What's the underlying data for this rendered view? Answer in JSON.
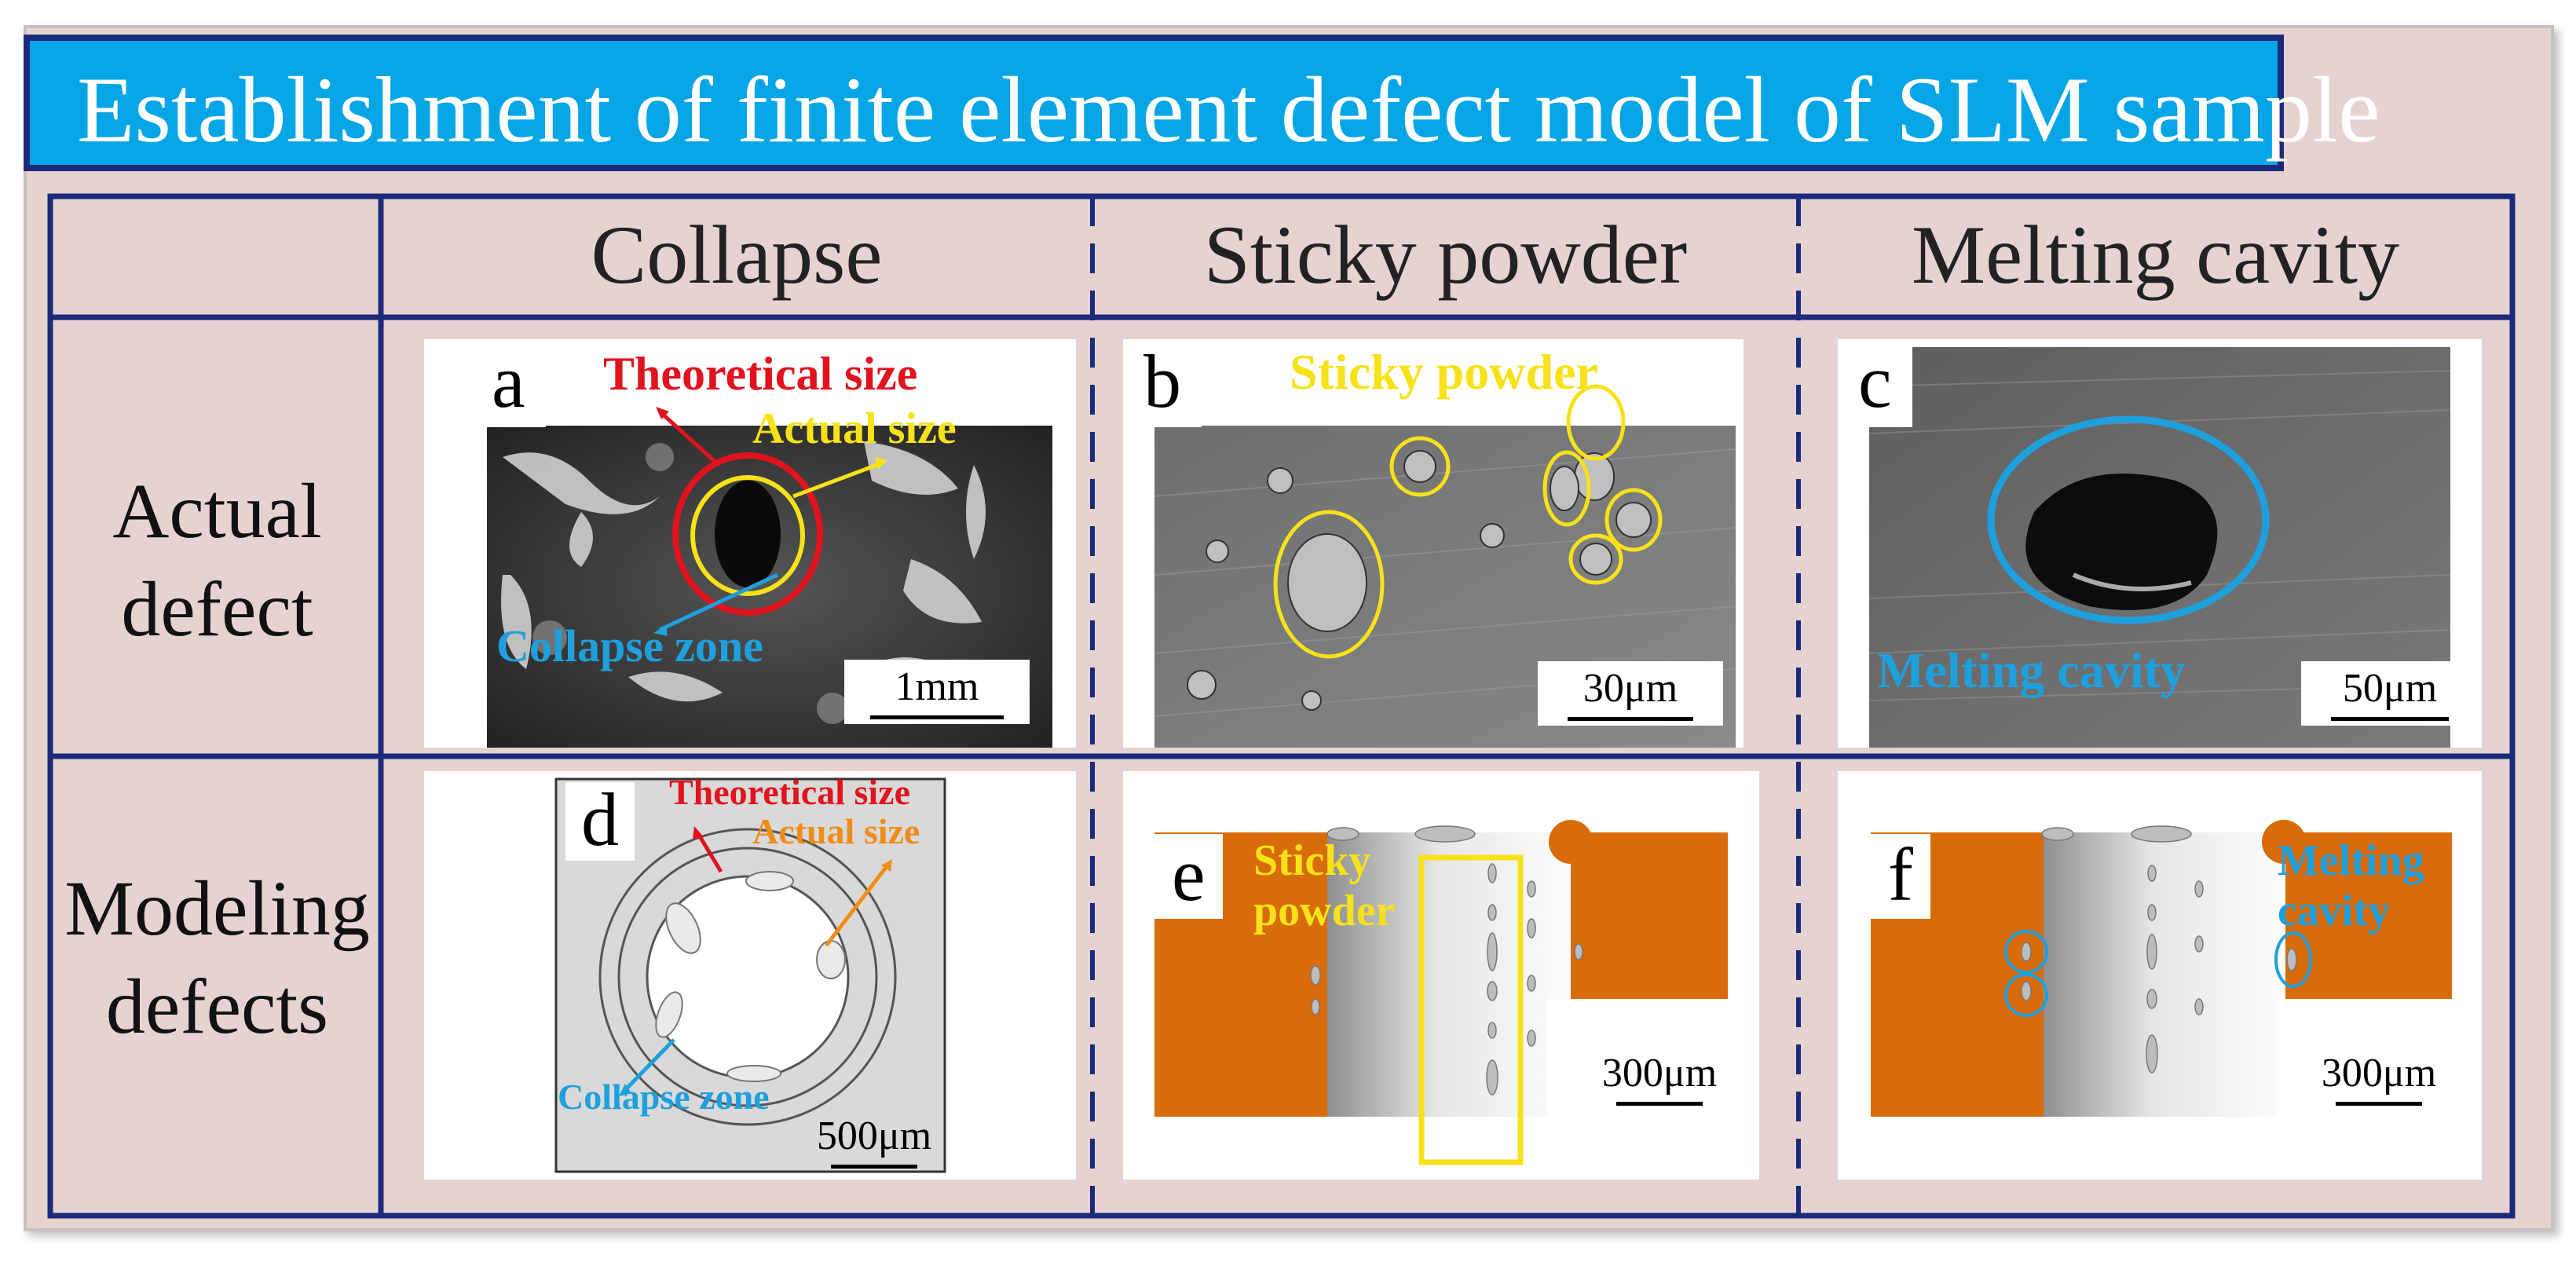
{
  "title": "Establishment of finite element defect model of SLM sample",
  "columns": [
    "Collapse",
    "Sticky powder",
    "Melting cavity"
  ],
  "rows": [
    {
      "label_line1": "Actual",
      "label_line2": "defect"
    },
    {
      "label_line1": "Modeling",
      "label_line2": "defects"
    }
  ],
  "panels": {
    "a": {
      "letter": "a",
      "scale": "1mm",
      "ann_theoretical": "Theoretical size",
      "ann_actual": "Actual size",
      "ann_collapse": "Collapse zone"
    },
    "b": {
      "letter": "b",
      "scale": "30μm",
      "ann_sticky": "Sticky powder"
    },
    "c": {
      "letter": "c",
      "scale": "50μm",
      "ann_cavity": "Melting cavity"
    },
    "d": {
      "letter": "d",
      "scale": "500μm",
      "ann_theoretical": "Theoretical size",
      "ann_actual": "Actual size",
      "ann_collapse": "Collapse zone"
    },
    "e": {
      "letter": "e",
      "scale": "300μm",
      "ann_line1": "Sticky",
      "ann_line2": "powder"
    },
    "f": {
      "letter": "f",
      "scale": "300μm",
      "ann_line1": "Melting",
      "ann_line2": "cavity"
    }
  },
  "colors": {
    "banner": "#06a6e6",
    "border": "#1c2a7c",
    "background": "#e6d3d1",
    "red": "#e0131e",
    "yellow": "#f7e21a",
    "blue": "#1ea0de",
    "orange": "#d96c0a"
  }
}
